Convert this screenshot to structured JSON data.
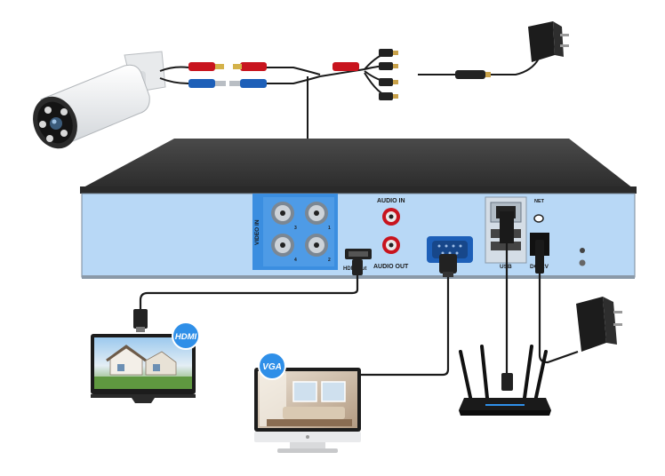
{
  "panel": {
    "video_in_label": "VIDEO IN",
    "audio_in_label": "AUDIO IN",
    "audio_out_label": "AUDIO OUT",
    "hdmi_label": "HDMI out",
    "usb_label": "USB",
    "net_label": "NET",
    "dc_label": "DC12V",
    "bnc_numbers": [
      "1",
      "2",
      "3",
      "4"
    ]
  },
  "badges": {
    "hdmi": "HDMI",
    "vga": "VGA"
  },
  "colors": {
    "panel_fill": "#b8d8f6",
    "video_block": "#3b8ee0",
    "dvr_top": "#3c3c3c",
    "audio_red": "#c8141e",
    "vga_blue": "#1d5fb8",
    "badge_blue": "#2f8fe8",
    "cable": "#1a1a1a"
  }
}
